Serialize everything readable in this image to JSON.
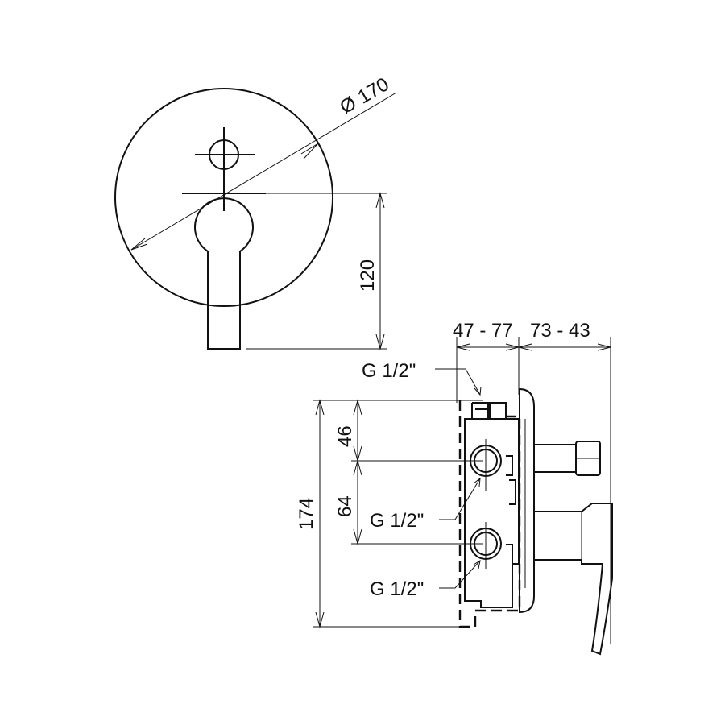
{
  "front_view": {
    "diameter_label": "Ø 170",
    "height_label": "120"
  },
  "side_view": {
    "depth_range_left": "47 - 77",
    "depth_range_right": "73 - 43",
    "total_height_label": "174",
    "upper_spacing_label": "46",
    "lower_spacing_label": "64",
    "top_connection_label": "G 1/2\"",
    "middle_connection_label": "G 1/2\"",
    "bottom_connection_label": "G 1/2\""
  }
}
